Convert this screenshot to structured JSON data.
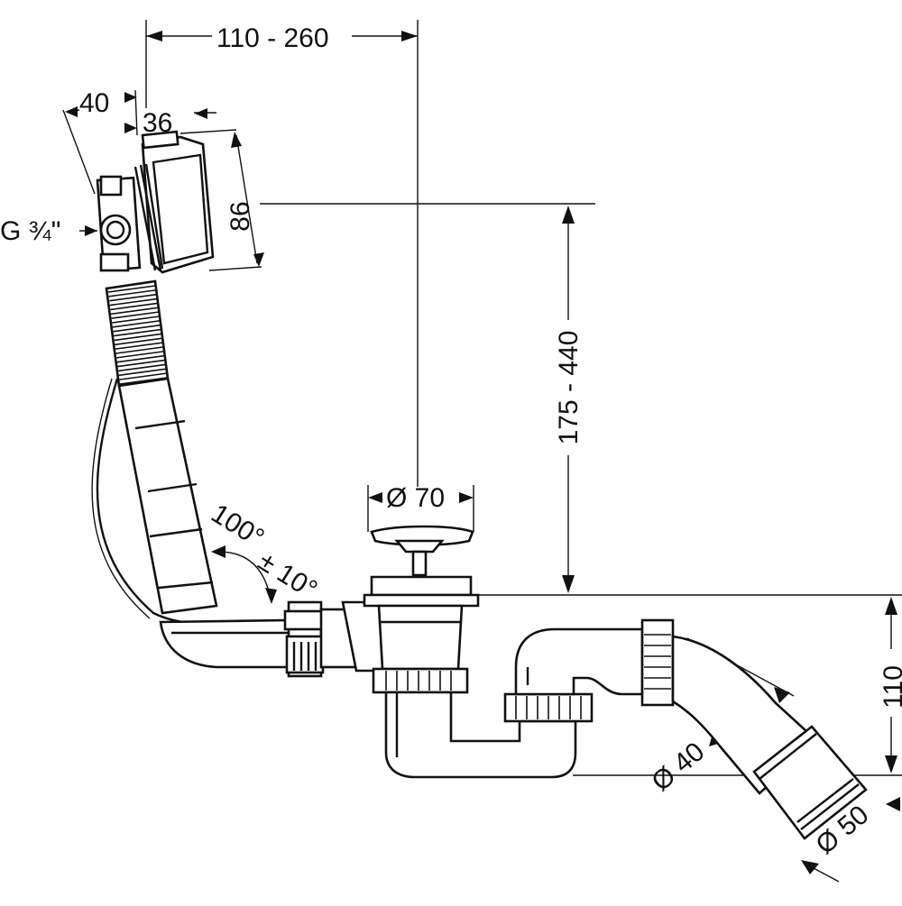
{
  "dimensions": {
    "overflow_span": "110 - 260",
    "overflow_depth": "40",
    "rosette_depth": "36",
    "rosette_height": "86",
    "connection_thread": "G ¾\"",
    "drain_height_range": "175 - 440",
    "drain_diameter": "Ø 70",
    "pipe_angle": "100°",
    "angle_tolerance": "± 10°",
    "trap_height": "110",
    "outlet_diameter_inner": "Ø 40",
    "outlet_diameter_outer": "Ø 50"
  }
}
